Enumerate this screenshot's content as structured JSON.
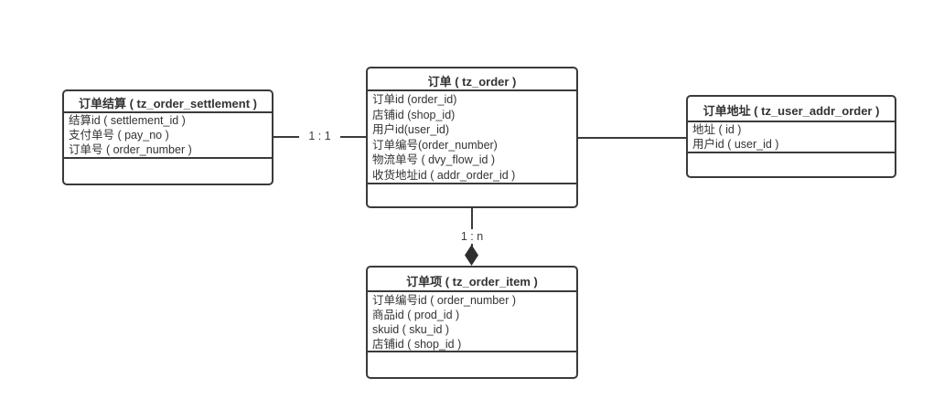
{
  "diagram": {
    "title_hint": "order tables ER diagram",
    "colors": {
      "line": "#3a3a3a",
      "text": "#333333",
      "background": "#ffffff"
    },
    "entities": [
      {
        "name": "订单结算 ( tz_order_settlement )",
        "fields": [
          "结算id ( settlement_id )",
          "支付单号 ( pay_no )",
          "订单号 ( order_number )"
        ]
      },
      {
        "name": "订单 ( tz_order )",
        "fields": [
          "订单id (order_id)",
          "店铺id (shop_id)",
          "用户id(user_id)",
          "订单编号(order_number)",
          "物流单号 ( dvy_flow_id )",
          "收货地址id ( addr_order_id )"
        ]
      },
      {
        "name": "订单地址 ( tz_user_addr_order )",
        "fields": [
          "地址 ( id )",
          "用户id ( user_id )"
        ]
      },
      {
        "name": "订单项 ( tz_order_item )",
        "fields": [
          "订单编号id ( order_number )",
          "商品id ( prod_id )",
          "skuid ( sku_id )",
          "店铺id ( shop_id )"
        ]
      }
    ],
    "relations": [
      {
        "from": "tz_order_settlement",
        "to": "tz_order",
        "label": "1 : 1"
      },
      {
        "from": "tz_order",
        "to": "tz_user_addr_order",
        "label": ""
      },
      {
        "from": "tz_order",
        "to": "tz_order_item",
        "label": "1 : n",
        "arrowhead": "filled-diamond"
      }
    ]
  }
}
